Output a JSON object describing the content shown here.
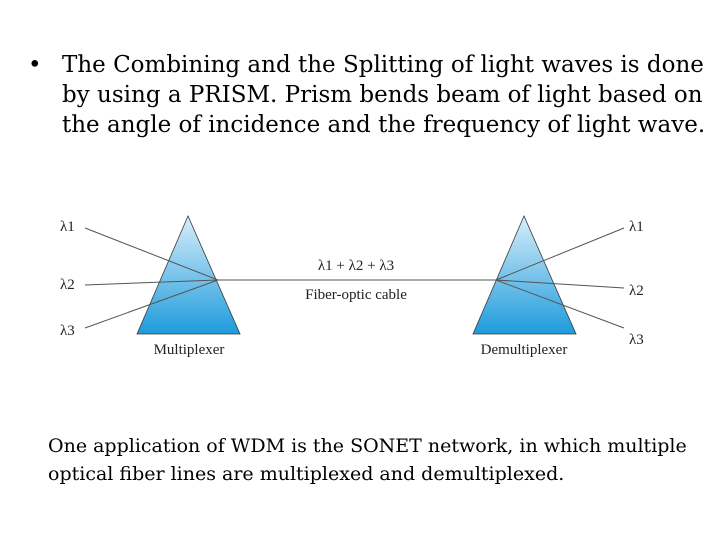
{
  "slide": {
    "bullet_marker": "•",
    "bullet_text": "The Combining and the Splitting of light waves is done by using a PRISM. Prism bends beam of light based on the angle of incidence and the frequency of light wave.",
    "caption": "One application of WDM is the SONET network, in which multiple optical fiber lines are multiplexed and demultiplexed."
  },
  "diagram": {
    "left_inputs": [
      "λ1",
      "λ2",
      "λ3"
    ],
    "right_outputs": [
      "λ1",
      "λ2",
      "λ3"
    ],
    "cable_sum": "λ1 + λ2 + λ3",
    "cable_label": "Fiber-optic cable",
    "mux_label": "Multiplexer",
    "demux_label": "Demultiplexer",
    "prism_color_top": "#d7eefa",
    "prism_color_bottom": "#1e9bdc"
  }
}
